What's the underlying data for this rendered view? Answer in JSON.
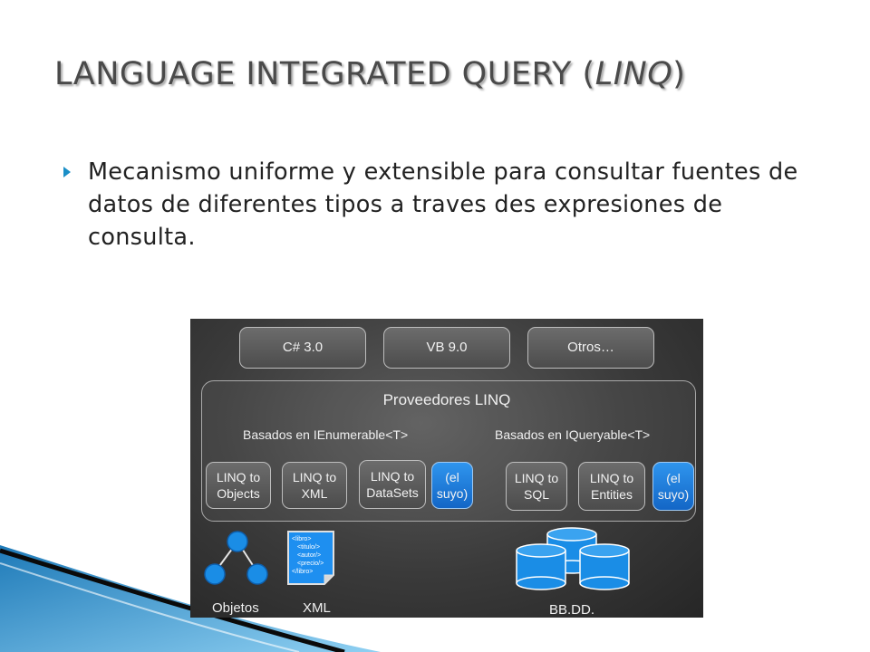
{
  "slide": {
    "title_main": "LANGUAGE INTEGRATED QUERY (",
    "title_italic": "LINQ",
    "title_close": ")",
    "bullet": "Mecanismo uniforme y extensible para consultar fuentes de datos de diferentes tipos a traves des expresiones de consulta."
  },
  "diagram": {
    "languages": [
      "C# 3.0",
      "VB 9.0",
      "Otros…"
    ],
    "providers_title": "Proveedores LINQ",
    "group_left": "Basados en IEnumerable<T>",
    "group_right": "Basados en IQueryable<T>",
    "left_providers": [
      "LINQ to Objects",
      "LINQ to XML",
      "LINQ to DataSets",
      "(el suyo)"
    ],
    "right_providers": [
      "LINQ to SQL",
      "LINQ to Entities",
      "(el suyo)"
    ],
    "xml_lines": [
      "<libro>",
      "<titulo/>",
      "<autor/>",
      "<precio/>",
      "</libro>"
    ],
    "sources": [
      "Objetos",
      "XML",
      "BB.DD."
    ]
  },
  "colors": {
    "bullet_accent": "#1b8fc7",
    "custom_provider": "#1f7fe0",
    "node_blue": "#1a8de6"
  }
}
